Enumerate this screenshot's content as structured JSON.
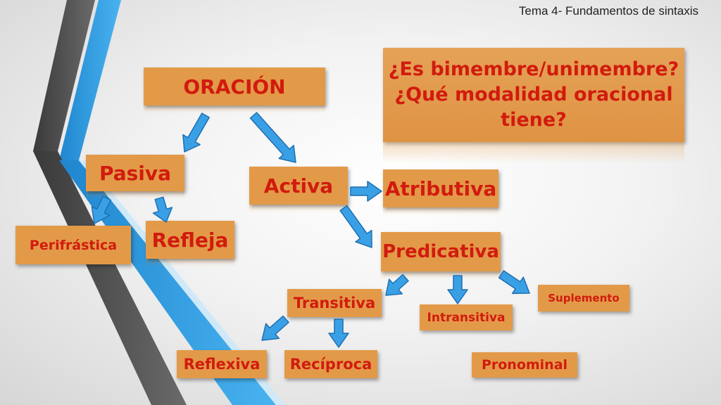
{
  "header": {
    "title": "Tema 4- Fundamentos de sintaxis"
  },
  "question": {
    "line1": "¿Es bimembre/unimembre?",
    "line2": "¿Qué modalidad oracional",
    "line3": "tiene?"
  },
  "nodes": {
    "oracion": "ORACIÓN",
    "pasiva": "Pasiva",
    "activa": "Activa",
    "atributiva": "Atributiva",
    "perifrastica": "Perifrástica",
    "refleja": "Refleja",
    "predicativa": "Predicativa",
    "transitiva": "Transitiva",
    "intransitiva": "Intransitiva",
    "suplemento": "Suplemento",
    "reflexiva": "Reflexiva",
    "reciproca": "Recíproca",
    "pronominal": "Pronominal"
  },
  "colors": {
    "box_fill": "#e39a48",
    "box_text": "#d11b0e",
    "arrow_fill": "#3aa0e6",
    "arrow_stroke": "#1d6fb0",
    "stripe_dark": "#505050",
    "stripe_blue": "#2e9be0"
  }
}
